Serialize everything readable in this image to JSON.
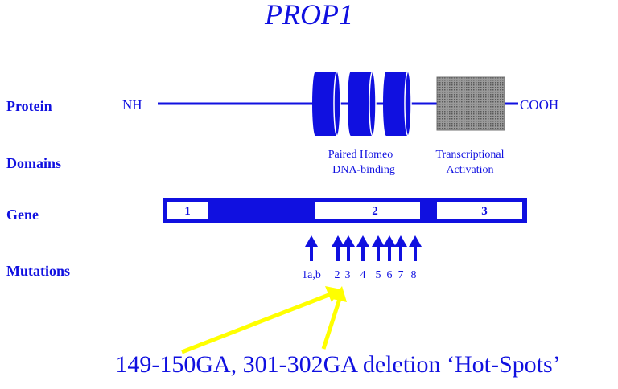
{
  "title": "PROP1",
  "row_labels": {
    "protein": "Protein",
    "domains": "Domains",
    "gene": "Gene",
    "mutations": "Mutations"
  },
  "protein": {
    "n_terminus": "NH",
    "c_terminus": "COOH"
  },
  "domains": {
    "paired_homeo_line1": "Paired Homeo",
    "paired_homeo_line2": "DNA-binding",
    "transcriptional_line1": "Transcriptional",
    "transcriptional_line2": "Activation"
  },
  "gene": {
    "exons": [
      "1",
      "2",
      "3"
    ]
  },
  "mutations": {
    "labels": [
      "1a,b",
      "2",
      "3",
      "4",
      "5",
      "6",
      "7",
      "8"
    ]
  },
  "hotspot_caption": "149-150GA, 301-302GA deletion ‘Hot-Spots’",
  "colors": {
    "primary_blue": "#1010e0",
    "highlight_yellow": "#ffff00",
    "activation_box_gray": "#808080"
  }
}
